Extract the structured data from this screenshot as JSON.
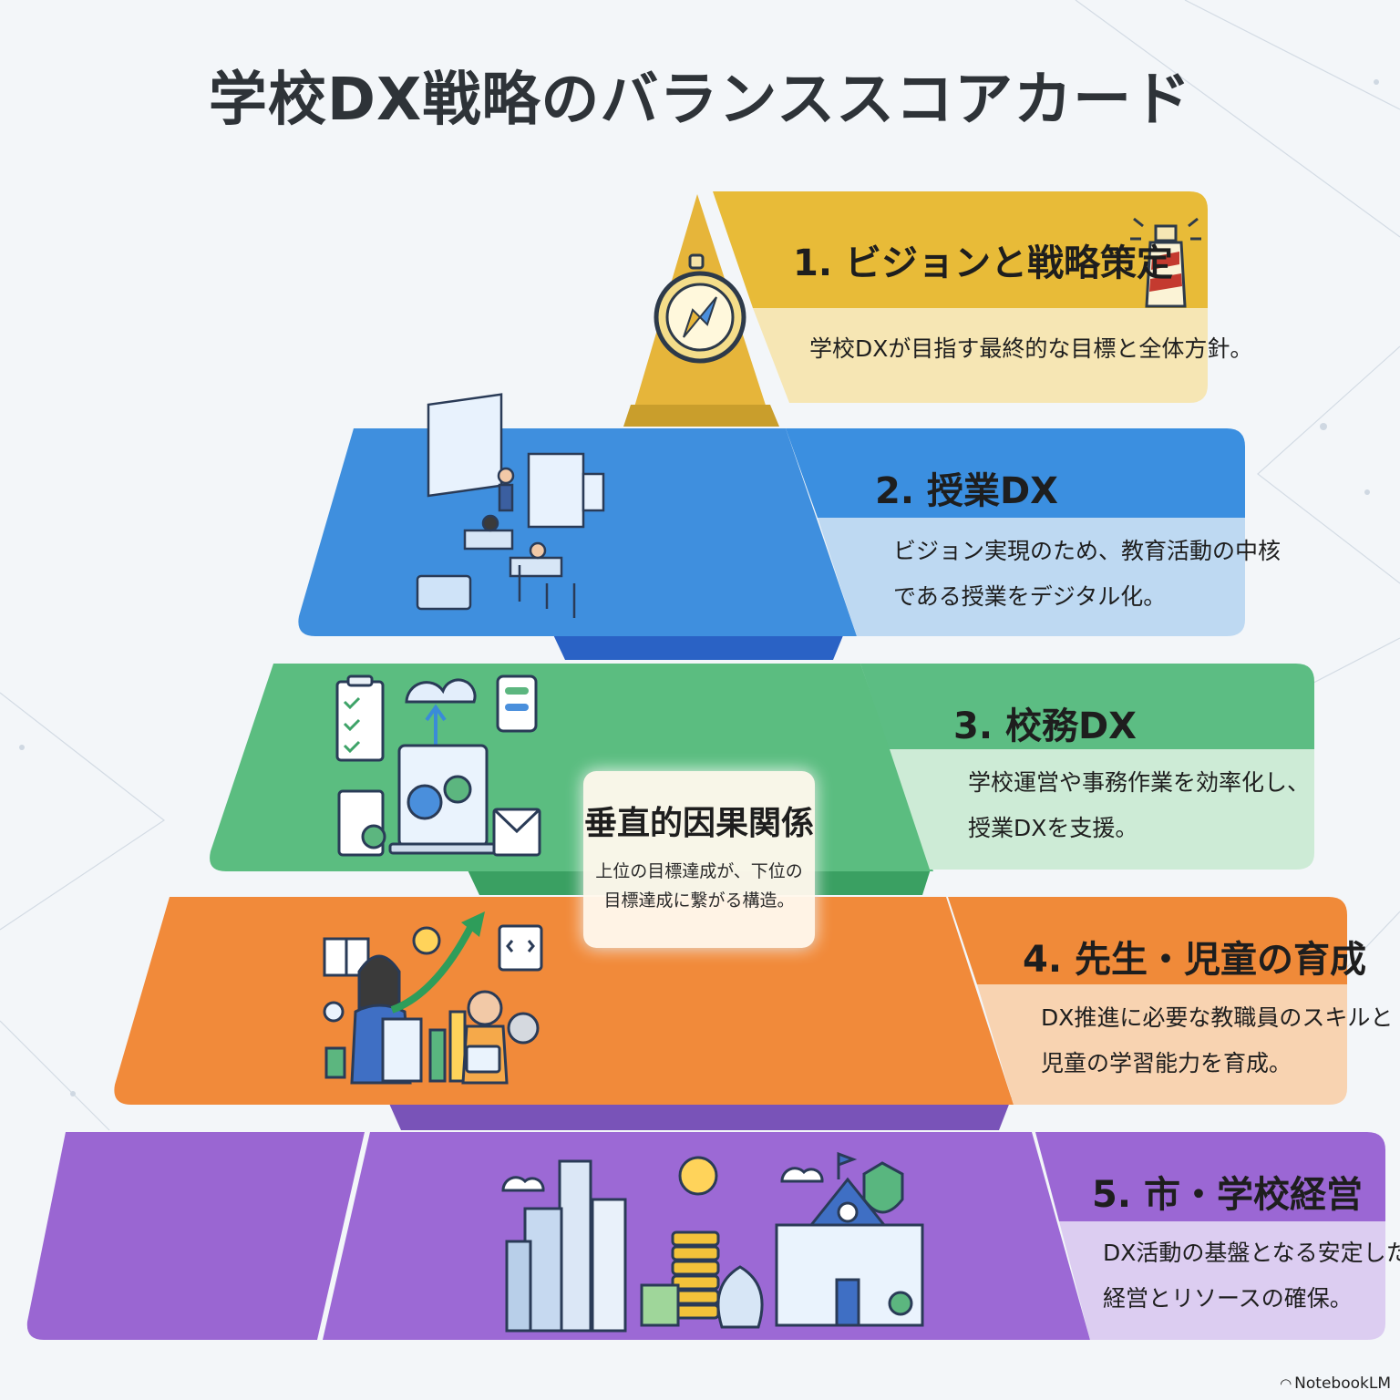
{
  "title": "学校DX戦略のバランススコアカード",
  "levels": [
    {
      "number_title": "1. ビジョンと戦略策定",
      "description_lines": [
        "学校DXが目指す最終的な目標と全体方針。"
      ],
      "icon_left": "compass-icon",
      "icon_right": "lighthouse-icon",
      "colors": {
        "main": "#e8b935",
        "panel": "#f6e7b4",
        "dark": "#caa02c"
      }
    },
    {
      "number_title": "2. 授業DX",
      "description_lines": [
        "ビジョン実現のため、教育活動の中核",
        "である授業をデジタル化。"
      ],
      "icon_left": "digital-classroom-icon",
      "colors": {
        "main": "#3d8fdd",
        "panel": "#bcd9f3",
        "dark": "#2f6fcb"
      }
    },
    {
      "number_title": "3. 校務DX",
      "description_lines": [
        "学校運営や事務作業を効率化し、",
        "授業DXを支援。"
      ],
      "icon_left": "office-workflow-icon",
      "colors": {
        "main": "#58bd7f",
        "panel": "#cdebd6",
        "dark": "#3ea368"
      }
    },
    {
      "number_title": "4. 先生・児童の育成",
      "description_lines": [
        "DX推進に必要な教職員のスキルと",
        "児童の学習能力を育成。"
      ],
      "icon_left": "teacher-student-growth-icon",
      "colors": {
        "main": "#f08a3a",
        "panel": "#f8d2b0",
        "dark": "#7a58b8"
      }
    },
    {
      "number_title": "5. 市・学校経営",
      "description_lines": [
        "DX活動の基盤となる安定した",
        "経営とリソースの確保。"
      ],
      "icon_left": "city-finance-school-icon",
      "colors": {
        "main": "#9b68d4",
        "panel": "#dccdf1",
        "dark": "#7d4fbf"
      }
    }
  ],
  "callout": {
    "title": "垂直的因果関係",
    "lines": [
      "上位の目標達成が、下位の",
      "目標達成に繋がる構造。"
    ]
  },
  "brand": "NotebookLM"
}
